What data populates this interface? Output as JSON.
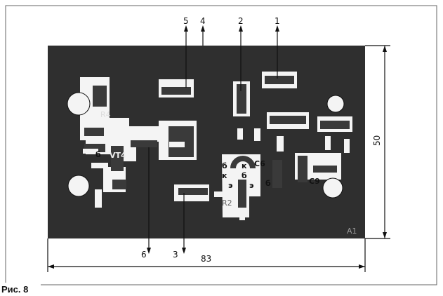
{
  "figure": {
    "caption": "Рис. 8"
  },
  "terminals": {
    "t1": "1",
    "t2": "2",
    "t3": "3",
    "t4": "4",
    "t5": "5",
    "t6": "6"
  },
  "dimensions": {
    "width": "83",
    "height": "50"
  },
  "parts": {
    "r4": "R4",
    "vt4": "VT4",
    "r2": "R2",
    "c6": "C6",
    "c9": "C9",
    "a1": "A1",
    "b1": "б",
    "k1": "к",
    "b2": "б",
    "k2": "к",
    "b3": "б",
    "e1": "э",
    "e2": "э",
    "b4": "б"
  }
}
